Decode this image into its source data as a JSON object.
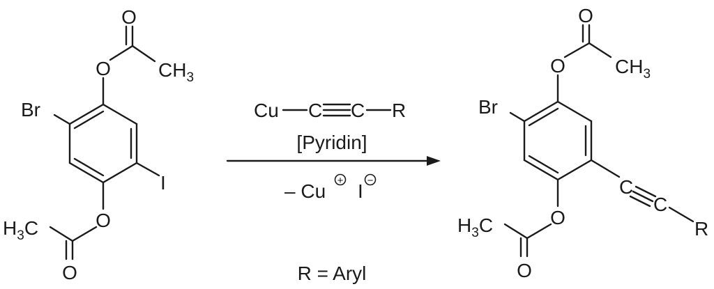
{
  "reactant": {
    "atoms": {
      "oxygen_carbonyl_top": "O",
      "oxygen_ester_top": "O",
      "methyl_top": "CH",
      "methyl_top_sub": "3",
      "bromine": "Br",
      "iodine": "I",
      "oxygen_ester_bottom": "O",
      "methyl_bottom_h": "H",
      "methyl_bottom_sub": "3",
      "methyl_bottom_c": "C",
      "oxygen_carbonyl_bottom": "O"
    }
  },
  "product": {
    "atoms": {
      "oxygen_carbonyl_top": "O",
      "oxygen_ester_top": "O",
      "methyl_top": "CH",
      "methyl_top_sub": "3",
      "bromine": "Br",
      "alkyne_c1": "C",
      "alkyne_c2": "C",
      "substituent": "R",
      "oxygen_ester_bottom": "O",
      "methyl_bottom_h": "H",
      "methyl_bottom_sub": "3",
      "methyl_bottom_c": "C",
      "oxygen_carbonyl_bottom": "O"
    }
  },
  "reagent": {
    "copper": "Cu",
    "carbon_1": "C",
    "carbon_2": "C",
    "substituent": "R",
    "solvent": "[Pyridin]",
    "byproduct_prefix": "– Cu",
    "byproduct_iodide": "I",
    "charge_plus": "+",
    "charge_minus": "−"
  },
  "footnote": "R = Aryl",
  "colors": {
    "ink": "#1a1a1a",
    "background": "#ffffff"
  }
}
